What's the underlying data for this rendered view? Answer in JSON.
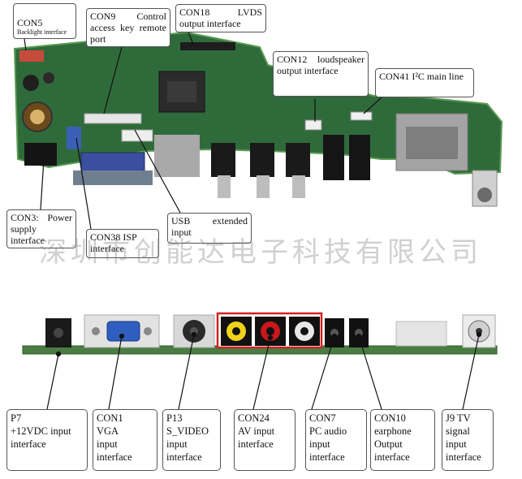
{
  "top_labels": {
    "con5": {
      "title": "CON5",
      "sub": "Backlight interface"
    },
    "con9": {
      "text": "CON9  Control access key remote port"
    },
    "con18": {
      "text": "CON18  LVDS output interface"
    },
    "con12": {
      "text": "CON12 loudspeaker output interface"
    },
    "con41": {
      "text": "CON41  I²C  main line"
    },
    "con3": {
      "text": "CON3: Power supply interface"
    },
    "con38": {
      "text": "CON38  ISP interface"
    },
    "usb": {
      "text": "USB  extended input"
    }
  },
  "watermark": "深圳市创能达电子科技有限公司",
  "bottom_labels": {
    "p7": {
      "text": "P7\n+12VDC input\ninterface"
    },
    "con1": {
      "text": "CON1\nVGA\ninput\ninterface"
    },
    "p13": {
      "text": "P13\nS_VIDEO\ninput\ninterface"
    },
    "con24": {
      "text": "CON24\nAV  input\ninterface"
    },
    "con7": {
      "text": "CON7\nPC audio\ninput\ninterface"
    },
    "con10": {
      "text": "CON10\nearphone\nOutput\ninterface"
    },
    "j9": {
      "text": "J9 TV\nsignal\ninput\ninterface"
    }
  },
  "colors": {
    "pcb": "#2f6b3a",
    "pcb_edge": "#5a9a52",
    "av_yellow": "#f2d21a",
    "av_red": "#c8181b",
    "av_white": "#e8e8e8",
    "av_frame": "#d22222"
  }
}
